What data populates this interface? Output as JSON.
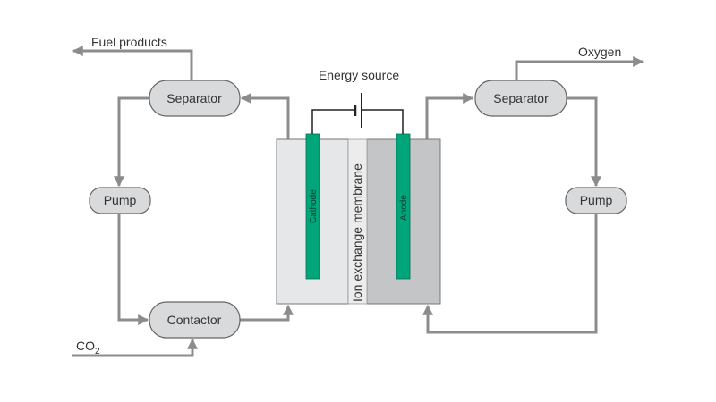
{
  "nodes": {
    "separator_left": "Separator",
    "separator_right": "Separator",
    "pump_left": "Pump",
    "pump_right": "Pump",
    "contactor": "Contactor"
  },
  "labels": {
    "fuel_products": "Fuel products",
    "oxygen": "Oxygen",
    "co2_main": "CO",
    "co2_sub": "2",
    "energy_source": "Energy source",
    "cathode": "Cathode",
    "anode": "Anode",
    "membrane": "Ion exchange membrane"
  },
  "colors": {
    "electrode": "#00a57a",
    "cathode_chamber": "#e6e7e8",
    "anode_chamber": "#c4c5c6",
    "pipe": "#8c8c8c",
    "node_fill": "#d9dadb"
  }
}
